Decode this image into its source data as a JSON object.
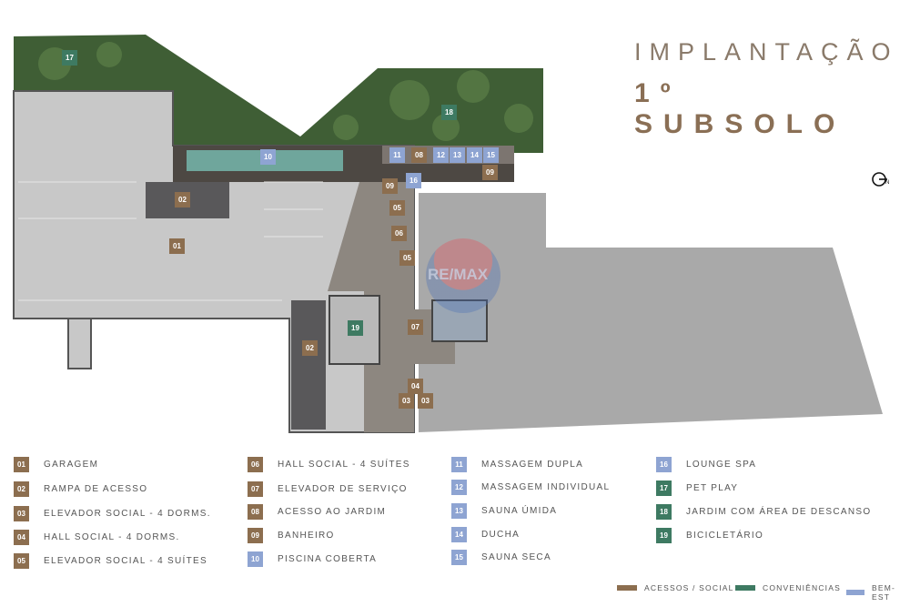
{
  "header": {
    "title": "IMPLANTAÇÃO",
    "subtitle": "1º SUBSOLO"
  },
  "compass_icon": "north-arrow-icon",
  "watermark": "RE/MAX",
  "colors": {
    "acessos_social": "#8c6e4f",
    "conveniencias": "#3e7a62",
    "bem_estar": "#8ea4d2"
  },
  "markers": [
    "17",
    "18",
    "10",
    "11",
    "08",
    "12",
    "13",
    "14",
    "15",
    "09",
    "16",
    "09",
    "02",
    "05",
    "06",
    "01",
    "05",
    "19",
    "07",
    "02",
    "04",
    "03",
    "03"
  ],
  "legend": [
    {
      "num": "01",
      "label": "GARAGEM",
      "category": "acessos_social"
    },
    {
      "num": "02",
      "label": "RAMPA DE ACESSO",
      "category": "acessos_social"
    },
    {
      "num": "03",
      "label": "ELEVADOR SOCIAL - 4 DORMS.",
      "category": "acessos_social"
    },
    {
      "num": "04",
      "label": "HALL SOCIAL - 4 DORMS.",
      "category": "acessos_social"
    },
    {
      "num": "05",
      "label": "ELEVADOR SOCIAL - 4 SUÍTES",
      "category": "acessos_social"
    },
    {
      "num": "06",
      "label": "HALL SOCIAL - 4 SUÍTES",
      "category": "acessos_social"
    },
    {
      "num": "07",
      "label": "ELEVADOR DE SERVIÇO",
      "category": "acessos_social"
    },
    {
      "num": "08",
      "label": "ACESSO AO JARDIM",
      "category": "acessos_social"
    },
    {
      "num": "09",
      "label": "BANHEIRO",
      "category": "acessos_social"
    },
    {
      "num": "10",
      "label": "PISCINA COBERTA",
      "category": "bem_estar"
    },
    {
      "num": "11",
      "label": "MASSAGEM DUPLA",
      "category": "bem_estar"
    },
    {
      "num": "12",
      "label": "MASSAGEM INDIVIDUAL",
      "category": "bem_estar"
    },
    {
      "num": "13",
      "label": "SAUNA ÚMIDA",
      "category": "bem_estar"
    },
    {
      "num": "14",
      "label": "DUCHA",
      "category": "bem_estar"
    },
    {
      "num": "15",
      "label": "SAUNA SECA",
      "category": "bem_estar"
    },
    {
      "num": "16",
      "label": "LOUNGE SPA",
      "category": "bem_estar"
    },
    {
      "num": "17",
      "label": "PET PLAY",
      "category": "conveniencias"
    },
    {
      "num": "18",
      "label": "JARDIM COM ÁREA DE DESCANSO",
      "category": "conveniencias"
    },
    {
      "num": "19",
      "label": "BICICLETÁRIO",
      "category": "conveniencias"
    }
  ],
  "categories": [
    {
      "label": "ACESSOS / SOCIAL",
      "color": "#8c6e4f"
    },
    {
      "label": "CONVENIÊNCIAS",
      "color": "#3e7a62"
    },
    {
      "label": "BEM-EST",
      "color": "#8ea4d2"
    }
  ]
}
